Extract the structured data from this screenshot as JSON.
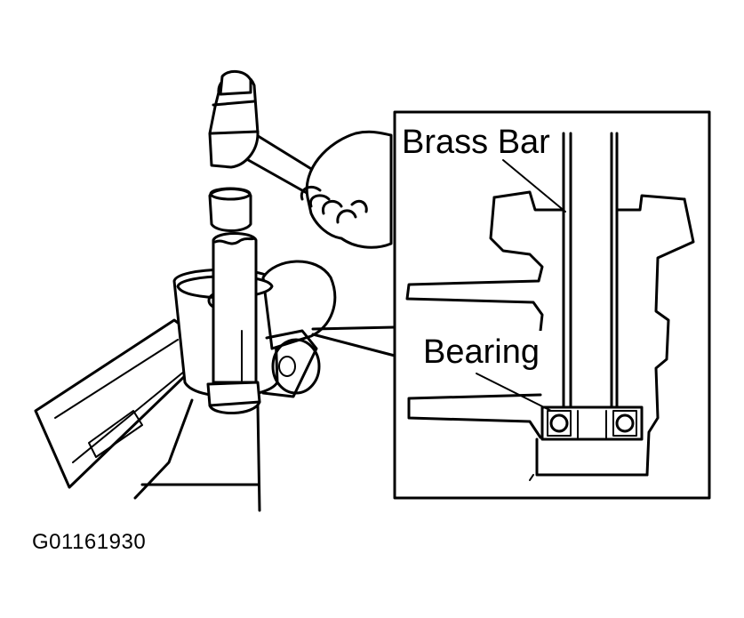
{
  "labels": {
    "brass_bar": "Brass Bar",
    "bearing": "Bearing"
  },
  "figure_code": "G01161930",
  "icons": {
    "hammer": "hammer-icon",
    "hand": "hand-icon",
    "brass_bar": "brass-bar-icon",
    "steering_rack": "steering-rack-housing-icon",
    "bearing": "bearing-icon"
  }
}
